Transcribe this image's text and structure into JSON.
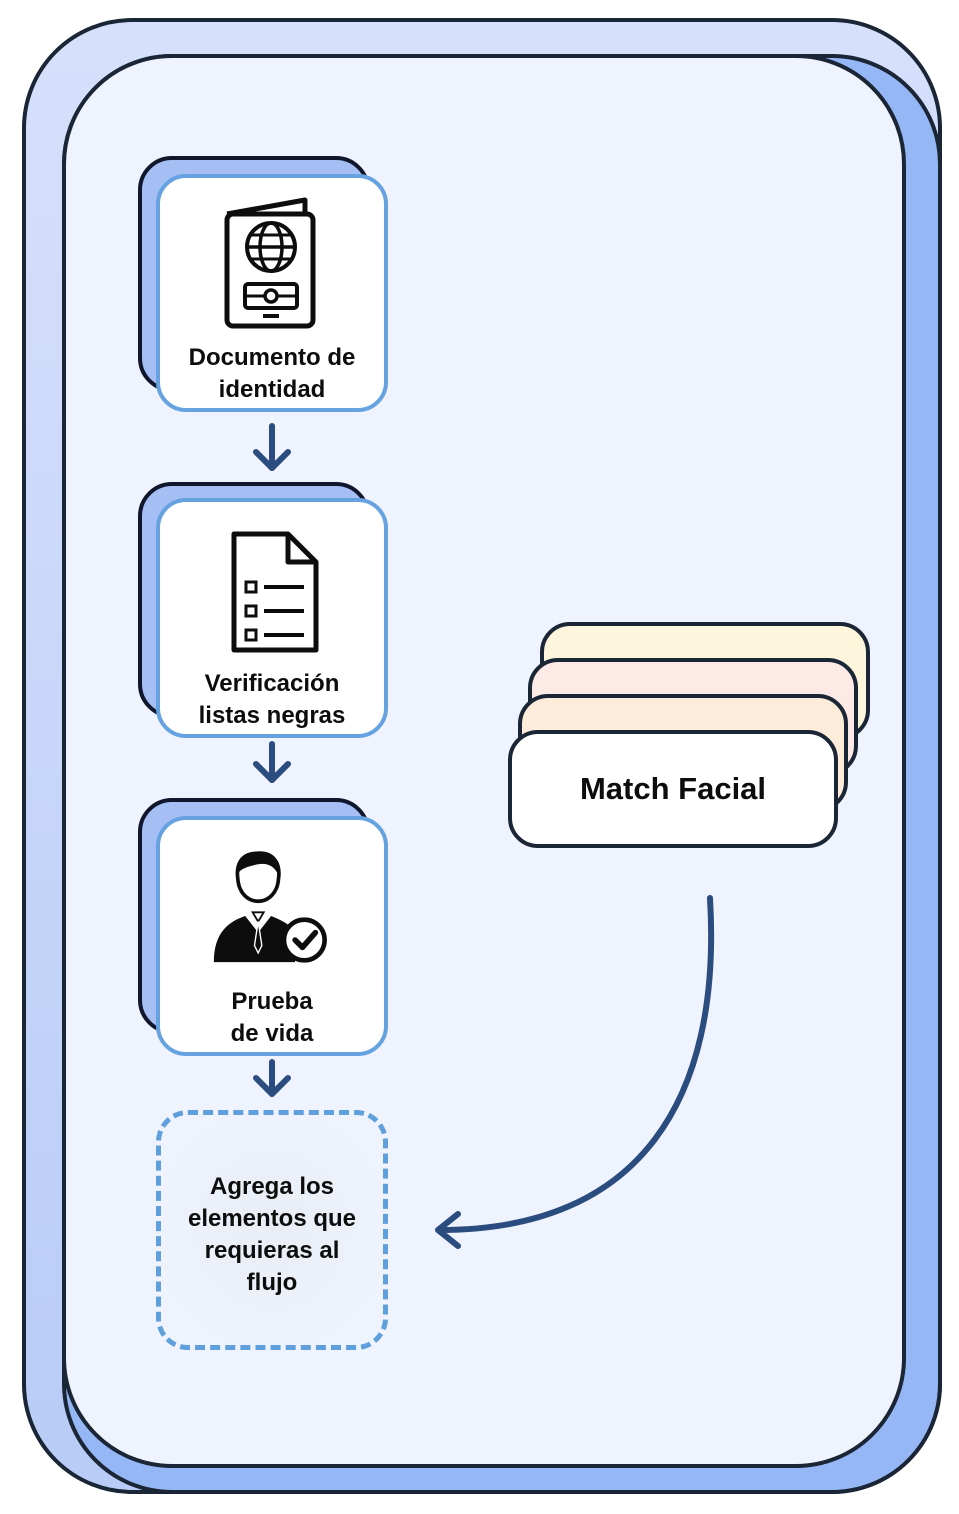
{
  "steps": [
    {
      "id": "documento",
      "label": "Documento de\nidentidad",
      "icon": "passport-icon"
    },
    {
      "id": "verificacion",
      "label": "Verificación\nlistas negras",
      "icon": "checklist-document-icon"
    },
    {
      "id": "prueba",
      "label": "Prueba\nde vida",
      "icon": "verified-person-icon"
    }
  ],
  "placeholder": {
    "label": "Agrega los\nelementos que\nrequieras al\nflujo"
  },
  "match_facial": {
    "label": "Match Facial"
  },
  "colors": {
    "arrow": "#2b4c7e",
    "card_border": "#66a2e0",
    "panel_fill": "#eef3fd",
    "panel_accent": "#96b7f5",
    "dashed": "#5f9fdc"
  }
}
